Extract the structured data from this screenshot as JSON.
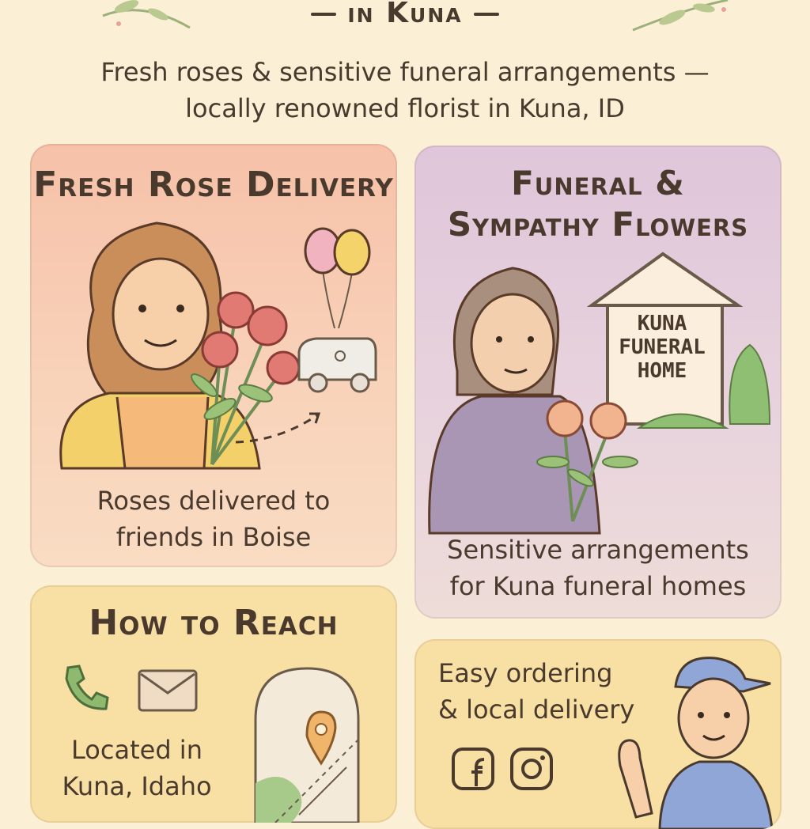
{
  "header": {
    "title": "in Kuna"
  },
  "tagline": {
    "line1": "Fresh roses & sensitive funeral arrangements —",
    "line2": "locally renowned florist in Kuna, ID"
  },
  "rose_card": {
    "title": "Fresh Rose Delivery",
    "caption_line1": "Roses delivered to",
    "caption_line2": "friends in Boise"
  },
  "funeral_card": {
    "title_line1": "Funeral &",
    "title_line2": "Sympathy Flowers",
    "sign_line1": "KUNA",
    "sign_line2": "FUNERAL",
    "sign_line3": "HOME",
    "caption_line1": "Sensitive arrangements",
    "caption_line2": "for Kuna funeral homes"
  },
  "reach_card": {
    "title": "How to Reach",
    "location_line1": "Located in",
    "location_line2": "Kuna, Idaho",
    "icons": [
      "phone-icon",
      "envelope-icon",
      "map-pin-icon"
    ]
  },
  "order_card": {
    "line1": "Easy ordering",
    "line2": "& local delivery",
    "icons": [
      "facebook-icon",
      "instagram-icon"
    ]
  },
  "colors": {
    "background": "#fbefd6",
    "rose_card": "#f6c1a8",
    "funeral_card": "#dfc6da",
    "reach_card": "#f8e0a4",
    "text": "#4a3a2e"
  }
}
